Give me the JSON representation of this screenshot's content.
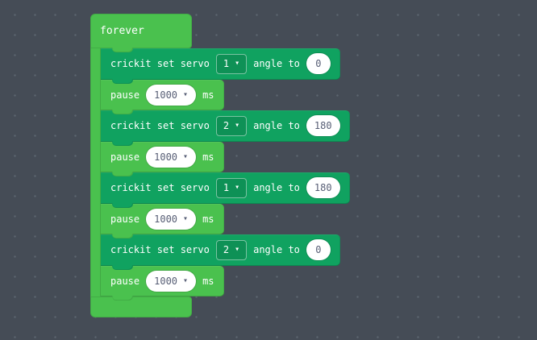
{
  "workspace": {
    "background": "#454c56",
    "dot_color": "#5d6670"
  },
  "palette": {
    "loops_green": "#4ac14e",
    "crickit_green": "#10a260",
    "value_text_color": "#575e75"
  },
  "forever_block": {
    "label": "forever"
  },
  "blocks": [
    {
      "kind": "crickit_set_servo",
      "prefix": "crickit set servo",
      "servo": "1",
      "middle": "angle to",
      "angle": "0"
    },
    {
      "kind": "pause",
      "prefix": "pause",
      "duration": "1000",
      "suffix": "ms"
    },
    {
      "kind": "crickit_set_servo",
      "prefix": "crickit set servo",
      "servo": "2",
      "middle": "angle to",
      "angle": "180"
    },
    {
      "kind": "pause",
      "prefix": "pause",
      "duration": "1000",
      "suffix": "ms"
    },
    {
      "kind": "crickit_set_servo",
      "prefix": "crickit set servo",
      "servo": "1",
      "middle": "angle to",
      "angle": "180"
    },
    {
      "kind": "pause",
      "prefix": "pause",
      "duration": "1000",
      "suffix": "ms"
    },
    {
      "kind": "crickit_set_servo",
      "prefix": "crickit set servo",
      "servo": "2",
      "middle": "angle to",
      "angle": "0"
    },
    {
      "kind": "pause",
      "prefix": "pause",
      "duration": "1000",
      "suffix": "ms"
    }
  ],
  "icons": {
    "dropdown_arrow": "▾"
  }
}
